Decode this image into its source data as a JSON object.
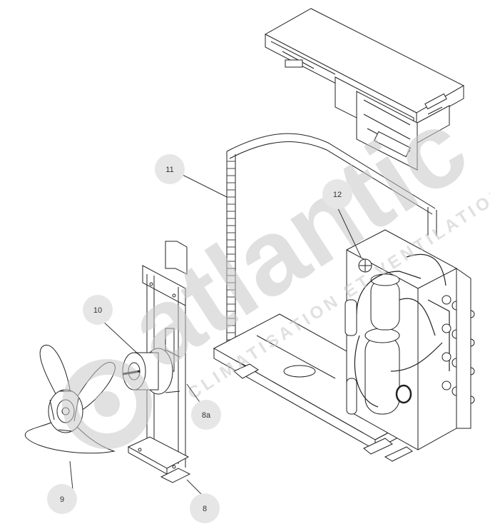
{
  "watermark": {
    "brand": "atlantic",
    "tagline": "CLIMATISATION ET VENTILATION",
    "color": "#cfcfcf"
  },
  "callouts": {
    "c8": "8",
    "c8a": "8a",
    "c9": "9",
    "c10": "10",
    "c11": "11",
    "c12": "12"
  },
  "colors": {
    "line": "#222222",
    "badge": "#e6e6e6",
    "leader": "#333333"
  }
}
